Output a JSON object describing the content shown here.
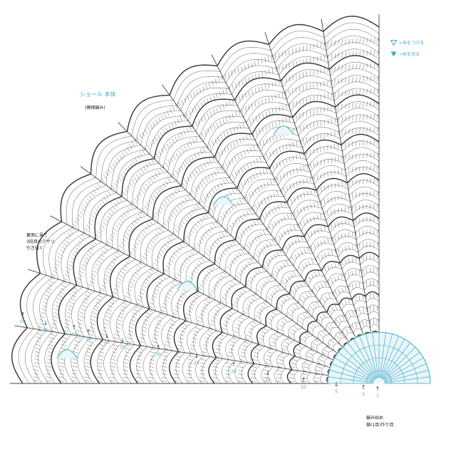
{
  "title": "ショール 本体",
  "subtitle": "(模様編み)",
  "legend": {
    "attach_label": "=糸をつける",
    "cut_label": "=糸を切る",
    "accent_color": "#3fa9c9"
  },
  "side_note": [
    "裏側に見て",
    "3段目のクサリ",
    "引き抜く"
  ],
  "start_note": [
    "編み始め",
    "鎖(1目)作り目"
  ],
  "row_markers": [
    {
      "label": "50",
      "dir": "up"
    },
    {
      "label": "45",
      "dir": "down"
    },
    {
      "label": "40",
      "dir": "up"
    },
    {
      "label": "38",
      "dir": "up"
    },
    {
      "label": "37",
      "dir": "down"
    },
    {
      "label": "35",
      "dir": "down"
    },
    {
      "label": "30",
      "dir": "up"
    },
    {
      "label": "25",
      "dir": "down"
    },
    {
      "label": "20",
      "dir": "up"
    },
    {
      "label": "15",
      "dir": "down"
    },
    {
      "label": "10",
      "dir": "up"
    },
    {
      "label": "5",
      "dir": "down"
    },
    {
      "label": "2",
      "dir": "up"
    },
    {
      "label": "1",
      "dir": "up"
    }
  ]
}
